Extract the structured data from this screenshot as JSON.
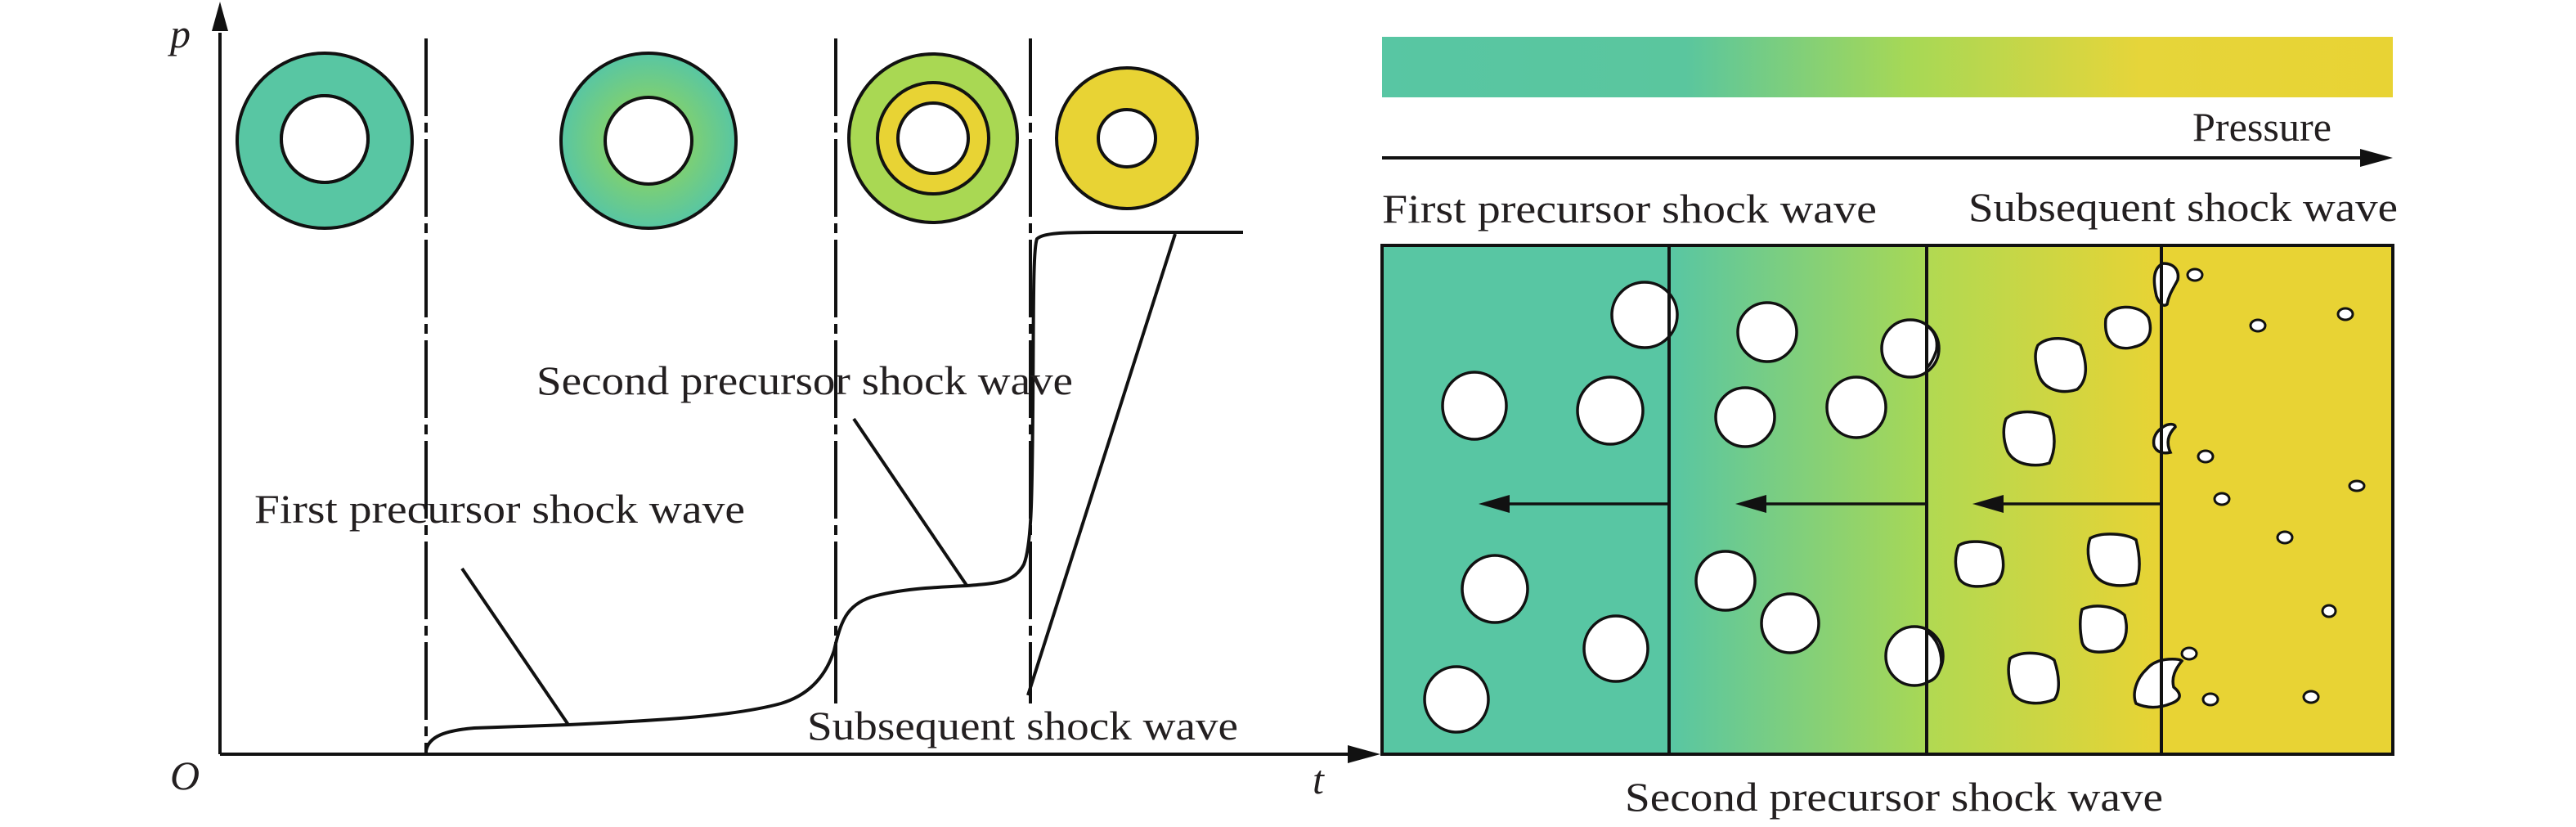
{
  "title": "Pressure evolution of precursor and subsequent shock waves",
  "colors": {
    "low": "#58c6a3",
    "mid": "#a9d853",
    "high": "#e8d334",
    "line": "#111111",
    "text": "#231f20"
  },
  "left_panel": {
    "y_axis_label": "p",
    "x_axis_label": "t",
    "origin_label": "O",
    "labels": {
      "first": "First precursor shock wave",
      "second": "Second precursor shock wave",
      "subsequent": "Subsequent shock wave"
    },
    "stages": [
      {
        "name": "initial",
        "fill": "uniform-low"
      },
      {
        "name": "first-precursor",
        "fill": "radial-low-to-mid"
      },
      {
        "name": "second-precursor",
        "fill": "mid-outer-high-inner"
      },
      {
        "name": "subsequent",
        "fill": "uniform-high"
      }
    ]
  },
  "right_panel": {
    "legend_label": "Pressure",
    "top_left_label": "First precursor shock wave",
    "top_right_label": "Subsequent shock wave",
    "bottom_label": "Second precursor shock wave",
    "zones": 4
  }
}
